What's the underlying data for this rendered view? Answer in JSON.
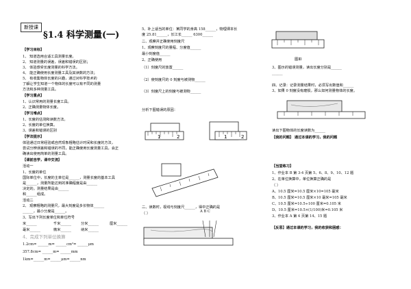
{
  "badge": "新授课",
  "title": "§1.4 科学测量(一)",
  "col1": {
    "goals_h": "【学习目标】",
    "goals": [
      "1、 知道选用合适工具测量长度。",
      "2、 知道测量的误差，误差和错误的区别；",
      "3、 体验感受长度测量的科学方法。",
      "4、 能正确使用长度测量工具及其读数的方法；",
      "5、 有收集物体长度的兴趣，通过对科学技术的",
      "了解让学生知道一个物体的长度可以有不同的测量",
      "方法和多种测量工具。"
    ],
    "key_h": "【学习重点】",
    "key": [
      "1、认识常用的测量长度工具。",
      "2、正确测量物体长度。"
    ],
    "diff_h": "【学习难点】",
    "diff": [
      "1、长度的估测和读数方法。",
      "2、长度的单位换算。",
      "3、误差和错误的区别"
    ],
    "guide_h": "【学法提示】",
    "guide": [
      "体验通过日常经验或自然现象粗略估计时间和长度的方法，",
      "尝试分辨误差和错误的不同，能正确使用长度测量工具，会正",
      "确读出使用简单的测量工具。"
    ],
    "act_h": "【课前自学，课中交流】",
    "act1": "活动一",
    "q1": [
      "1、长度的单位",
      "国际单位中，长度的主单位是______，测量长度的基本工具",
      "是______，测量所能达到的准确程度是由______",
      "决定的。测量结果是由______",
      "和______组成。"
    ],
    "act2": "活动二",
    "q2": [
      "2、 观察粗略的测量尺，最大刻度是多长物体______",
      "______，最小分度是______。"
    ],
    "q3": "3、写出下列长度单位和单位符号",
    "units": [
      "米______",
      "千米______",
      "分米______",
      "厘米______",
      "毫米______",
      "微米______",
      "纳米______"
    ],
    "q4": "4、完成下列单位换算",
    "conv": [
      "1.2cm= ______m= ______cm²= ______μm",
      "357.8cm= ______m= ______mm",
      "1km=______m=______μm=______nm"
    ]
  },
  "col2": {
    "q5": [
      "5、补上适当的单位：某同学的身高 158______，物理课本长",
      "度 25.81______，长江长______ 6300______"
    ],
    "q5b": "二、观察并正确使用刻度尺",
    "obs": [
      "1、观察刻度尺的量程、分度值______",
      "最小刻度值______"
    ],
    "use_h": "2、正确使用",
    "use": [
      "（1）刻度尺的放置______",
      "（2）使刻度尺的 0 刻度与被测物______",
      "（3）刻度尺上的刻度与被测物______"
    ],
    "fig_q": "分析下图错误的原因：",
    "q_read": "二、读数时，视线与刻度尺______，得中正确的是",
    "q_read2": "（  ）",
    "abc": "A   B   C"
  },
  "col3": {
    "fig_label": "图Ⅲ",
    "q3": [
      "3、图示的错误测量，读出长度分别是______",
      "______"
    ],
    "q4": [
      "四、记录：记录测量结果时，必须写出数值和______",
      "3、如果 0 刻度没有磨损，那么如何测量物体的长度。"
    ],
    "read_q": "读出下图物体的长度读数为______",
    "summary_h": "【我的问题】 通过本课的学习，我的问题",
    "practice_h": "【当堂练习】",
    "practice": [
      "1、作业本 B 第 3-4 页第 5、6、8、9、10、12 题",
      "2、在单位换算中，单位换算正确的是",
      "（    ）",
      "A、10.5 厘米=10.5 厘米×10=105 毫米",
      "B、10.5 厘米=10.5 厘米×10 毫米=105 毫米",
      "C、10.5 厘米=10.5÷100 厘米=0.105 米",
      "D、10.5 厘米=10.5×(1/100)米=0.105 米",
      "3、作业本 A 第 4 页第 14、15 题"
    ],
    "reflect_h": "【反思】通过本课的学习，我的收获和困惑："
  }
}
